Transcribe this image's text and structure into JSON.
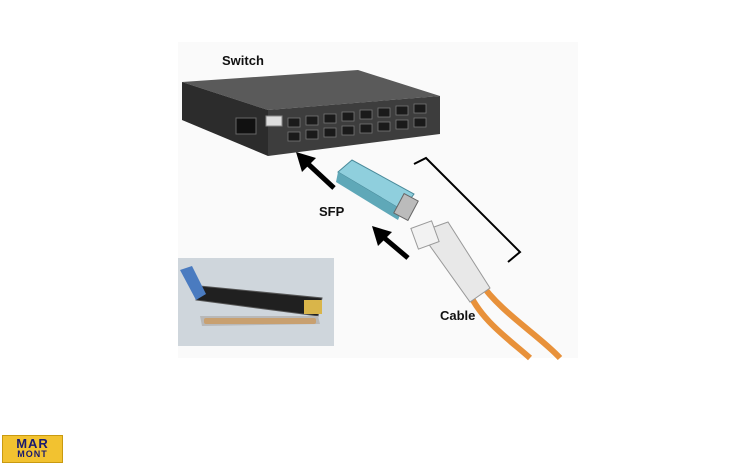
{
  "labels": {
    "switch": "Switch",
    "sfp": "SFP",
    "cable": "Cable"
  },
  "logo": {
    "line1": "MAR",
    "line2": "MONT"
  },
  "colors": {
    "switch_body": "#3a3a3a",
    "sfp_module": "#7ec6d6",
    "cable_jacket": "#e8913a",
    "connector": "#e6e6e6",
    "arrow": "#000000",
    "logo_bg": "#f2c230",
    "logo_text": "#1a1a6e"
  }
}
